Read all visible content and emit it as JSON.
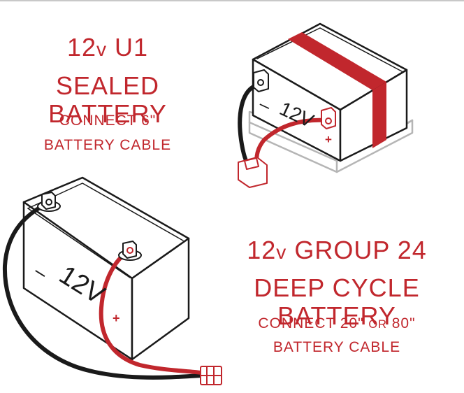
{
  "u1": {
    "title_voltage": "12",
    "title_unit": "v",
    "title_rest": " U1",
    "subtitle": "SEALED BATTERY",
    "connect_line": "CONNECT 6\"",
    "cable_line": "BATTERY CABLE",
    "battery_label": "12V",
    "minus": "–",
    "plus": "+"
  },
  "group24": {
    "title_voltage": "12",
    "title_unit": "v",
    "title_rest": " GROUP 24",
    "subtitle": "DEEP CYCLE BATTERY",
    "connect_pre": "CONNECT 20\" ",
    "connect_or": "OR",
    "connect_post": " 80\"",
    "cable_line": "BATTERY CABLE",
    "battery_label": "12V",
    "minus": "–",
    "plus": "+"
  },
  "colors": {
    "accent": "#c1272d",
    "outline": "#1a1a1a",
    "tray": "#b5b5b5"
  }
}
